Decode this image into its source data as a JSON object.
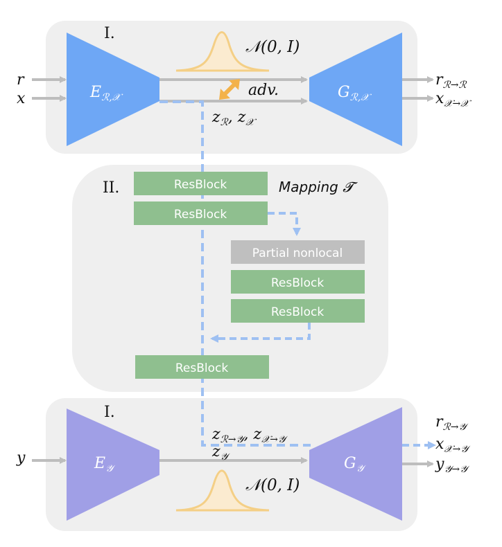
{
  "colors": {
    "panel": "#efefef",
    "encoder_top": "#6ea7f5",
    "encoder_bottom": "#a09fe6",
    "resblock": "#8fbf8f",
    "nonlocal": "#bfbfbf",
    "dashed": "#9ec0f2",
    "gray_arrow": "#bdbdbd",
    "gaussian": "#f4cf86",
    "gaussian_fill": "#fbebd0",
    "adv_arrow": "#f3b24a"
  },
  "sections": {
    "top_label": "I.",
    "middle_label": "II.",
    "bottom_label": "I."
  },
  "mapping": {
    "title": "Mapping",
    "symbol": "𝓣",
    "blocks": [
      "ResBlock",
      "ResBlock",
      "Partial nonlocal",
      "ResBlock",
      "ResBlock",
      "ResBlock"
    ]
  },
  "top": {
    "input_r": "r",
    "input_x": "x",
    "encoder": "E",
    "encoder_sub": "ℛ,𝒳",
    "decoder": "G",
    "decoder_sub": "ℛ,𝒳",
    "prior": "𝒩(0, I)",
    "adv": "adv.",
    "latent": "z",
    "latent_sub1": "ℛ",
    "latent_sep": ", z",
    "latent_sub2": "𝒳",
    "out_r": "r",
    "out_r_sub": "ℛ→ℛ",
    "out_x": "x",
    "out_x_sub": "𝒳→𝒳"
  },
  "bottom": {
    "input_y": "y",
    "encoder": "E",
    "encoder_sub": "𝒴",
    "decoder": "G",
    "decoder_sub": "𝒴",
    "prior": "𝒩(0, I)",
    "mapped": "z",
    "mapped_sub1": "ℛ→𝒴",
    "mapped_sep": ", z",
    "mapped_sub2": "𝒳→𝒴",
    "latent": "z",
    "latent_sub": "𝒴",
    "out_r": "r",
    "out_r_sub": "ℛ→𝒴",
    "out_x": "x",
    "out_x_sub": "𝒳→𝒴",
    "out_y": "y",
    "out_y_sub": "𝒴→𝒴"
  }
}
